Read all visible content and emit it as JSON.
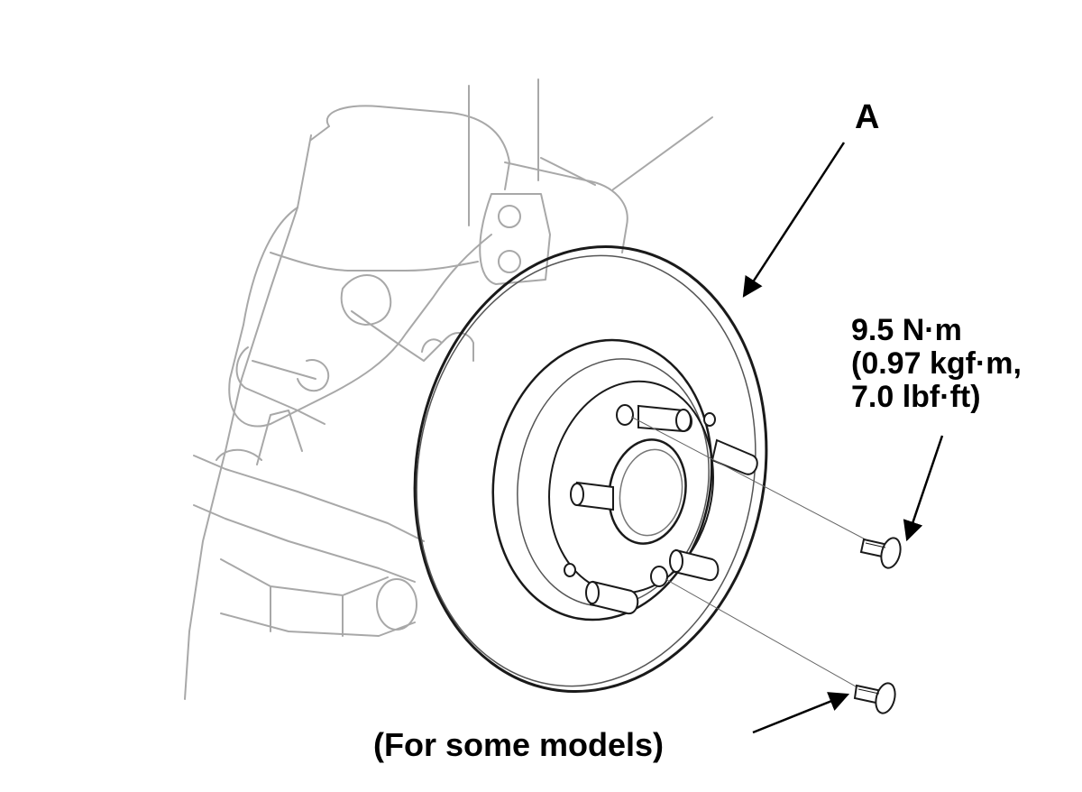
{
  "callout": {
    "part_letter": "A"
  },
  "torque_spec": {
    "line1": "9.5 N·m",
    "line2": "(0.97 kgf·m,",
    "line3": "7.0 lbf·ft)"
  },
  "note": {
    "text": "(For some models)"
  },
  "colors": {
    "background": "#ffffff",
    "line_art_light": "#a8a8a8",
    "line_art_dark": "#1a1a1a",
    "text": "#000000"
  }
}
